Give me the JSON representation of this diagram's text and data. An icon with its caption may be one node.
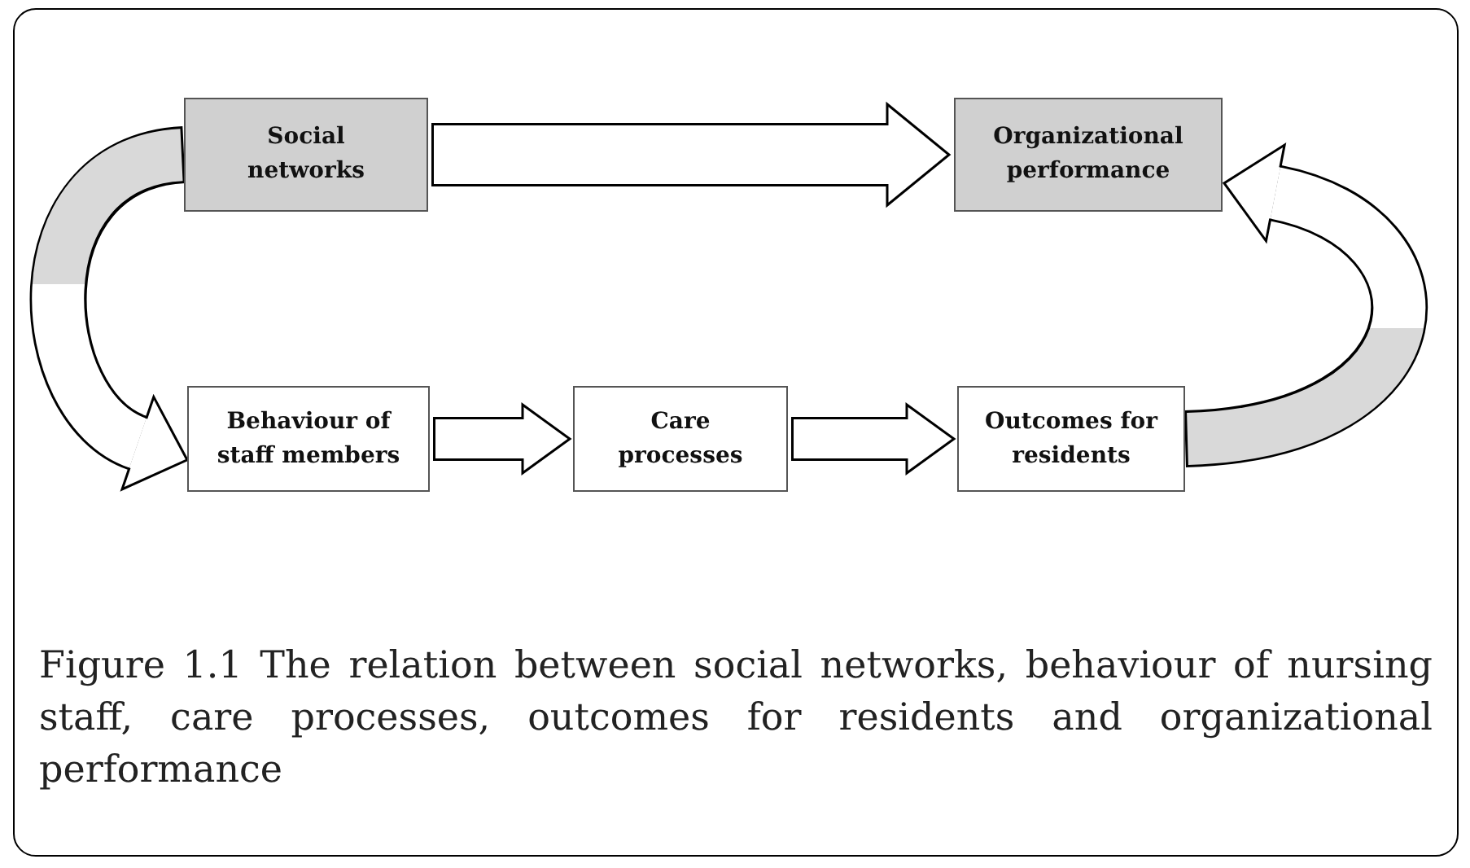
{
  "diagram": {
    "caption": "Figure 1.1 The relation between social networks, behaviour of nursing staff, care processes, outcomes for residents and organizational performance",
    "nodes": [
      {
        "text": [
          "Social networks"
        ]
      },
      {
        "text": [
          "Organizational performance"
        ]
      },
      {
        "text": [
          "Behaviour of staff members"
        ]
      },
      {
        "text": [
          "Care processes"
        ]
      },
      {
        "text": [
          "Outcomes for residents"
        ]
      }
    ],
    "edges": [
      {
        "from": 0,
        "to": 1,
        "arrow": "to"
      },
      {
        "from": 0,
        "to": 2,
        "arrow": "to"
      },
      {
        "from": 2,
        "to": 3,
        "arrow": "to"
      },
      {
        "from": 3,
        "to": 4,
        "arrow": "to"
      },
      {
        "from": 4,
        "to": 1,
        "arrow": "to"
      }
    ]
  }
}
